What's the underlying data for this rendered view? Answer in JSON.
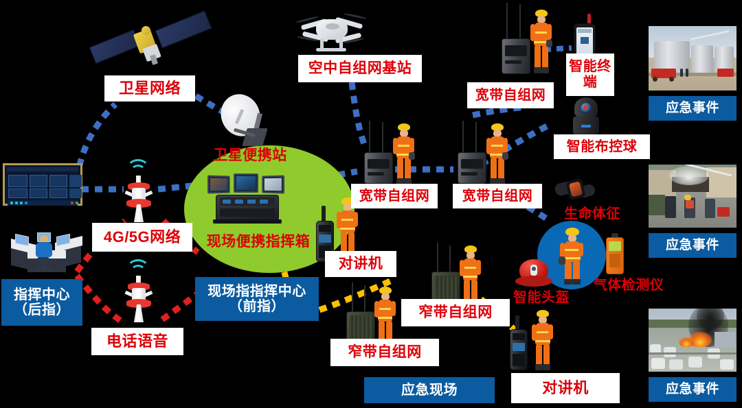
{
  "diagram": {
    "title": "应急通信网络拓扑",
    "background_color": "#000000",
    "accent_blue": "#0b5ba0",
    "accent_red": "#dd0008",
    "accent_green": "#8fcb2c",
    "link_blue": "#3f6fc4",
    "link_red": "#e02020",
    "link_yellow": "#ffc000"
  },
  "labels": {
    "satellite_network": "卫星网络",
    "air_mesh_base_station": "空中自组网基站",
    "broadband_mesh_top": "宽带自组网",
    "smart_terminal": "智能终端",
    "smart_ptz_ball": "智能布控球",
    "satellite_portable_station": "卫星便携站",
    "broadband_mesh_mid_left": "宽带自组网",
    "broadband_mesh_mid_right": "宽带自组网",
    "network_4g5g": "4G/5G网络",
    "onsite_portable_command_box": "现场便携指挥箱",
    "telephone_voice": "电话语音",
    "command_center": "指挥中心\n（后指）",
    "onsite_command_center": "现场指指挥中心\n（前指）",
    "walkie_talkie_mid": "对讲机",
    "narrowband_mesh_left": "窄带自组网",
    "narrowband_mesh_right": "窄带自组网",
    "vital_signs": "生命体征",
    "smart_helmet": "智能头盔",
    "gas_detector": "气体检测仪",
    "emergency_scene": "应急现场",
    "walkie_talkie_bottom": "对讲机",
    "emergency_event_1": "应急事件",
    "emergency_event_2": "应急事件",
    "emergency_event_3": "应急事件"
  },
  "nodes": {
    "satellite": "satellite-icon",
    "satellite_dish": "satellite-dish-icon",
    "drone": "drone-icon",
    "cell_tower_upper": "cell-tower-icon",
    "cell_tower_lower": "cell-tower-icon",
    "wall_display": "video-wall-icon",
    "operator_desk": "command-desk-icon",
    "command_box": "portable-command-box-icon",
    "manpack_radio_1": "manpack-radio-icon",
    "manpack_radio_2": "manpack-radio-icon",
    "manpack_radio_3": "manpack-radio-icon",
    "manpack_radio_4": "manpack-radio-icon",
    "manpack_radio_5": "manpack-radio-icon",
    "handheld_radio_1": "handheld-radio-icon",
    "handheld_radio_2": "handheld-radio-icon",
    "smart_phone_terminal": "rugged-smartphone-icon",
    "ptz_ball": "ptz-camera-ball-icon",
    "smart_band": "smart-wristband-icon",
    "red_helmet": "smart-helmet-icon",
    "gas_meter": "gas-detector-icon",
    "firefighters": "firefighter-figure-icon"
  },
  "photos": [
    {
      "name": "oil-tank-farm-response",
      "caption": "应急事件"
    },
    {
      "name": "building-fire-response",
      "caption": "应急事件"
    },
    {
      "name": "refinery-explosion-aerial",
      "caption": "应急事件"
    }
  ]
}
